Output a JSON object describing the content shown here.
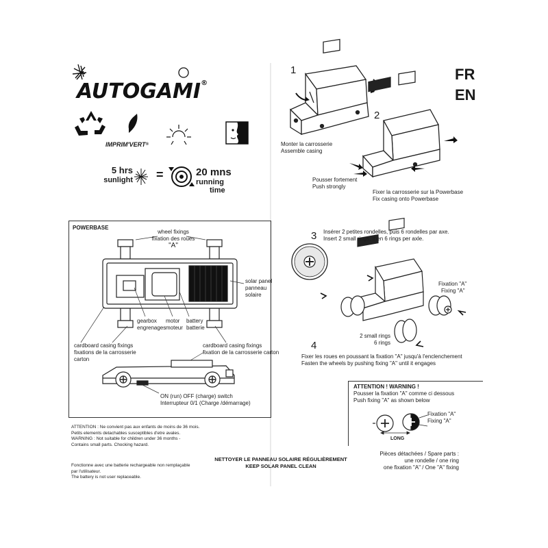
{
  "brand": {
    "name": "AUTOGAMI",
    "reg": "®"
  },
  "imprimvert": {
    "label": "IMPRIM'VERT",
    "reg": "®"
  },
  "sunlight": {
    "hours": "5 hrs",
    "sunlight": "sunlight",
    "equals": "=",
    "mns": "20 mns",
    "running": "running",
    "time": "time"
  },
  "languages": [
    "FR",
    "EN"
  ],
  "step1": {
    "number": "1",
    "text_fr": "Monter la carrosserie",
    "text_en": "Assemble casing"
  },
  "step2": {
    "number": "2",
    "push_fr": "Pousser fortement",
    "push_en": "Push strongly",
    "fix_fr": "Fixer la carrosserie sur la Powerbase",
    "fix_en": "Fix casing onto Powerbase"
  },
  "powerbase": {
    "title": "POWERBASE",
    "wheel_en": "wheel fixings",
    "wheel_fr": "fixation des roues",
    "wheel_a": "\"A\"",
    "solar_en": "solar panel",
    "solar_fr1": "panneau",
    "solar_fr2": "solaire",
    "gearbox_en": "gearbox",
    "gearbox_fr": "engrenages",
    "motor_en": "motor",
    "motor_fr": "moteur",
    "battery_en": "battery",
    "battery_fr": "batterie",
    "cardboard_l1": "cardboard casing fixings",
    "cardboard_l2": "fixations de la carrosserie",
    "cardboard_l3": "carton",
    "cardboard_r1": "cardboard casing fixings",
    "cardboard_r2": "fixation de la carrosserie carton",
    "switch_en": "ON (run)  OFF (charge) switch",
    "switch_fr": "Interrupteur  0/1 (Charge /démarrage)"
  },
  "step3": {
    "number": "3",
    "text_fr": "Insérer 2 petites rondelles, puis 6 rondelles par axe.",
    "text_en": "Insert 2 small rings, then 6 rings per axle.",
    "fix_fr": "Fixation \"A\"",
    "fix_en": "Fixing \"A\"",
    "small_rings": "2 small rings",
    "six_rings": "6 rings"
  },
  "step4": {
    "number": "4",
    "text_fr": "Fixer les roues en poussant la fixation \"A\" jusqu'à l'enclenchement",
    "text_en": "Fasten the wheels by pushing fixing \"A\" until it engages"
  },
  "warning_box": {
    "title": "ATTENTION !   WARNING !",
    "line_fr": "Pousser la fixation \"A\" comme ci dessous",
    "line_en": "Push fixing \"A\" as shown below",
    "fix_fr": "Fixation \"A\"",
    "fix_en": "Fixing \"A\"",
    "long": "LONG"
  },
  "safety": {
    "l1": "ATTENTION : Ne convient pas aux enfants de moins de 36 mois.",
    "l2": "Petits elements detachables susceptibles d'etre avales.",
    "l3": "WARNING : Not suitable for children under 36 months -",
    "l4": "Contains small parts. Chocking hazard."
  },
  "battery": {
    "l1": "Fonctionne avec une batterie rechargeable non remplaçable",
    "l2": "par l'utilisateur.",
    "l3": "The battery is not user replaceable."
  },
  "clean": {
    "fr": "NETTOYER LE PANNEAU SOLAIRE RÉGULIÈREMENT",
    "en": "KEEP SOLAR PANEL CLEAN"
  },
  "spare": {
    "l1": "Pièces détachées / Spare parts :",
    "l2": "une rondelle / one ring",
    "l3": "one fixation \"A\" / One \"A\" fixing"
  }
}
